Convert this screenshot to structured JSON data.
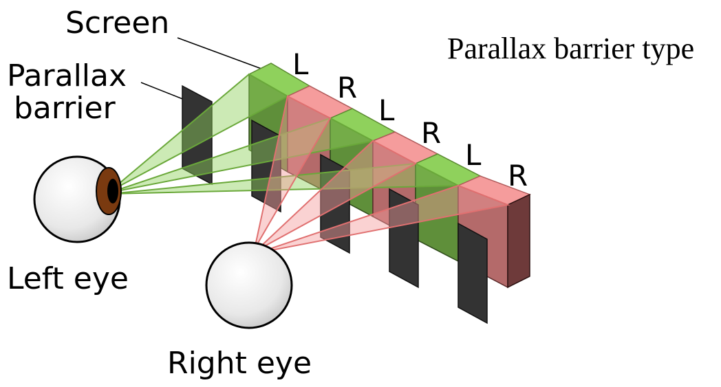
{
  "title": "Parallax barrier type",
  "labels": {
    "screen": "Screen",
    "barrier_line1": "Parallax",
    "barrier_line2": "barrier",
    "left_eye": "Left eye",
    "right_eye": "Right eye"
  },
  "pixels": [
    "L",
    "R",
    "L",
    "R",
    "L",
    "R"
  ],
  "colors": {
    "left_pixel": "#8fd15c",
    "right_pixel": "#f59c9c",
    "left_ray": "#7ec04a",
    "right_ray": "#f08080",
    "barrier": "#333333",
    "iris": "#7a3a10",
    "eyeball": "#f0f0f0"
  },
  "icons": {
    "left_eye": "eye-with-iris-icon",
    "right_eye": "eyeball-icon"
  }
}
